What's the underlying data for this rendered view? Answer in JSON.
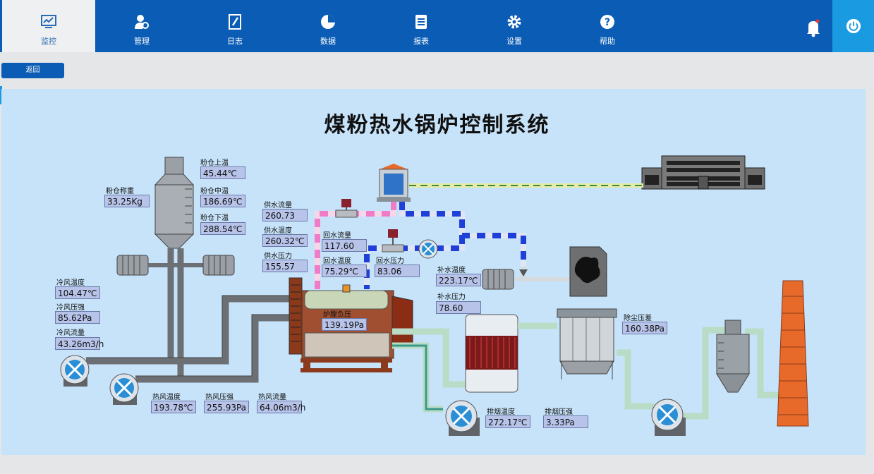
{
  "nav": {
    "items": [
      {
        "label": "监控",
        "icon": "monitor-chart-icon"
      },
      {
        "label": "管理",
        "icon": "user-settings-icon"
      },
      {
        "label": "日志",
        "icon": "log-edit-icon"
      },
      {
        "label": "数据",
        "icon": "pie-chart-icon"
      },
      {
        "label": "报表",
        "icon": "report-icon"
      },
      {
        "label": "设置",
        "icon": "gear-icon"
      },
      {
        "label": "帮助",
        "icon": "help-icon"
      }
    ],
    "bell_icon": "bell-icon",
    "power_icon": "power-icon"
  },
  "back_label": "返回",
  "title": "煤粉热水锅炉控制系统",
  "colors": {
    "nav_bg": "#0b5cb5",
    "power_bg": "#1a9ae0",
    "panel_bg": "#c7e3fa",
    "value_bg": "#b7c3e9"
  },
  "readings": {
    "bin_top_temp": {
      "label": "粉仓上温",
      "value": "45.44℃"
    },
    "bin_mid_temp": {
      "label": "粉仓中温",
      "value": "186.69℃"
    },
    "bin_low_temp": {
      "label": "粉仓下温",
      "value": "288.54℃"
    },
    "bin_weight": {
      "label": "粉仓称重",
      "value": "33.25Kg"
    },
    "supply_flow": {
      "label": "供水流量",
      "value": "260.73"
    },
    "supply_temp": {
      "label": "供水温度",
      "value": "260.32℃"
    },
    "supply_pressure": {
      "label": "供水压力",
      "value": "155.57"
    },
    "return_flow": {
      "label": "回水流量",
      "value": "117.60"
    },
    "return_temp": {
      "label": "回水温度",
      "value": "75.29℃"
    },
    "return_pressure": {
      "label": "回水压力",
      "value": "83.06"
    },
    "makeup_temp": {
      "label": "补水温度",
      "value": "223.17℃"
    },
    "makeup_pressure": {
      "label": "补水压力",
      "value": "78.60"
    },
    "furnace_pressure": {
      "label": "炉膛负压",
      "value": "139.19Pa"
    },
    "cold_air_temp": {
      "label": "冷风温度",
      "value": "104.47℃"
    },
    "cold_air_pressure": {
      "label": "冷风压强",
      "value": "85.62Pa"
    },
    "cold_air_flow": {
      "label": "冷风流量",
      "value": "43.26m3/h"
    },
    "hot_air_temp": {
      "label": "热风温度",
      "value": "193.78℃"
    },
    "hot_air_pressure": {
      "label": "热风压强",
      "value": "255.93Pa"
    },
    "hot_air_flow": {
      "label": "热风流量",
      "value": "64.06m3/h"
    },
    "dust_pressure_diff": {
      "label": "除尘压差",
      "value": "160.38Pa"
    },
    "exhaust_temp": {
      "label": "排烟温度",
      "value": "272.17℃"
    },
    "exhaust_pressure": {
      "label": "排烟压强",
      "value": "3.33Pa"
    }
  }
}
